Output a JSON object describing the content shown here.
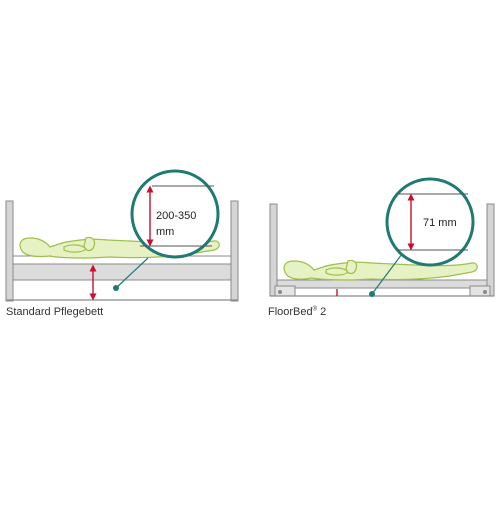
{
  "left_diagram": {
    "caption": "Standard Pflegebett",
    "callout_value": "200-350",
    "callout_unit": "mm"
  },
  "right_diagram": {
    "caption_main": "FloorBed",
    "caption_sup": "®",
    "caption_suffix": " 2",
    "callout_value": "71 mm"
  },
  "colors": {
    "frame_fill": "#d5d5d5",
    "frame_stroke": "#8a8a8a",
    "person_fill": "#e6f2c4",
    "person_stroke": "#9cc04a",
    "arrow": "#c8102e",
    "teal": "#1f7a73",
    "ink": "#222222"
  }
}
